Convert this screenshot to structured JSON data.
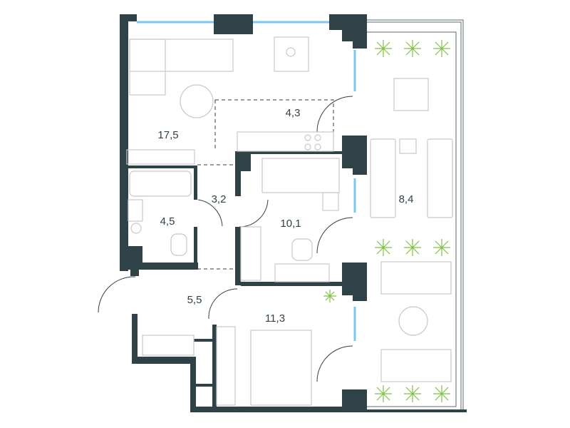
{
  "plan": {
    "wall_color": "#2e4248",
    "window_color": "#7cc7f0",
    "plant_color": "#7ec242",
    "rooms": [
      {
        "id": "living-kitchen",
        "area": "17,5"
      },
      {
        "id": "kitchen-zone",
        "area": "4,3"
      },
      {
        "id": "hall",
        "area": "3,2"
      },
      {
        "id": "bathroom",
        "area": "4,5"
      },
      {
        "id": "bedroom-small",
        "area": "10,1"
      },
      {
        "id": "entrance",
        "area": "5,5"
      },
      {
        "id": "bedroom-master",
        "area": "11,3"
      },
      {
        "id": "terrace",
        "area": "8,4"
      }
    ]
  }
}
